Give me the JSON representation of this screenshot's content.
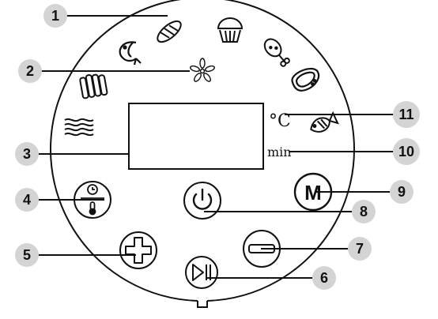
{
  "display_units": {
    "celsius": "°C",
    "minutes": "min"
  },
  "buttons": {
    "menu_label": "M"
  },
  "callouts": [
    {
      "number": "1",
      "target": "food-presets"
    },
    {
      "number": "2",
      "target": "fan-indicator"
    },
    {
      "number": "3",
      "target": "display-screen"
    },
    {
      "number": "4",
      "target": "time-temp-toggle-button"
    },
    {
      "number": "5",
      "target": "increase-button"
    },
    {
      "number": "6",
      "target": "start-pause-button"
    },
    {
      "number": "7",
      "target": "decrease-button"
    },
    {
      "number": "8",
      "target": "power-button"
    },
    {
      "number": "9",
      "target": "menu-button"
    },
    {
      "number": "10",
      "target": "minutes-indicator"
    },
    {
      "number": "11",
      "target": "celsius-indicator"
    }
  ],
  "icons": {
    "presets": [
      "baguette-icon",
      "muffin-icon",
      "shrimp-icon",
      "drumstick-icon",
      "steak-icon",
      "fries-icon",
      "fish-icon",
      "bacon-icon"
    ],
    "fan": "fan-icon",
    "power": "power-icon",
    "toggle": "clock-thermometer-icon",
    "plus": "plus-icon",
    "minus": "minus-icon",
    "play_pause": "play-pause-icon"
  },
  "colors": {
    "line": "#111111",
    "callout_fill": "#d4d4d4",
    "background": "#ffffff"
  }
}
